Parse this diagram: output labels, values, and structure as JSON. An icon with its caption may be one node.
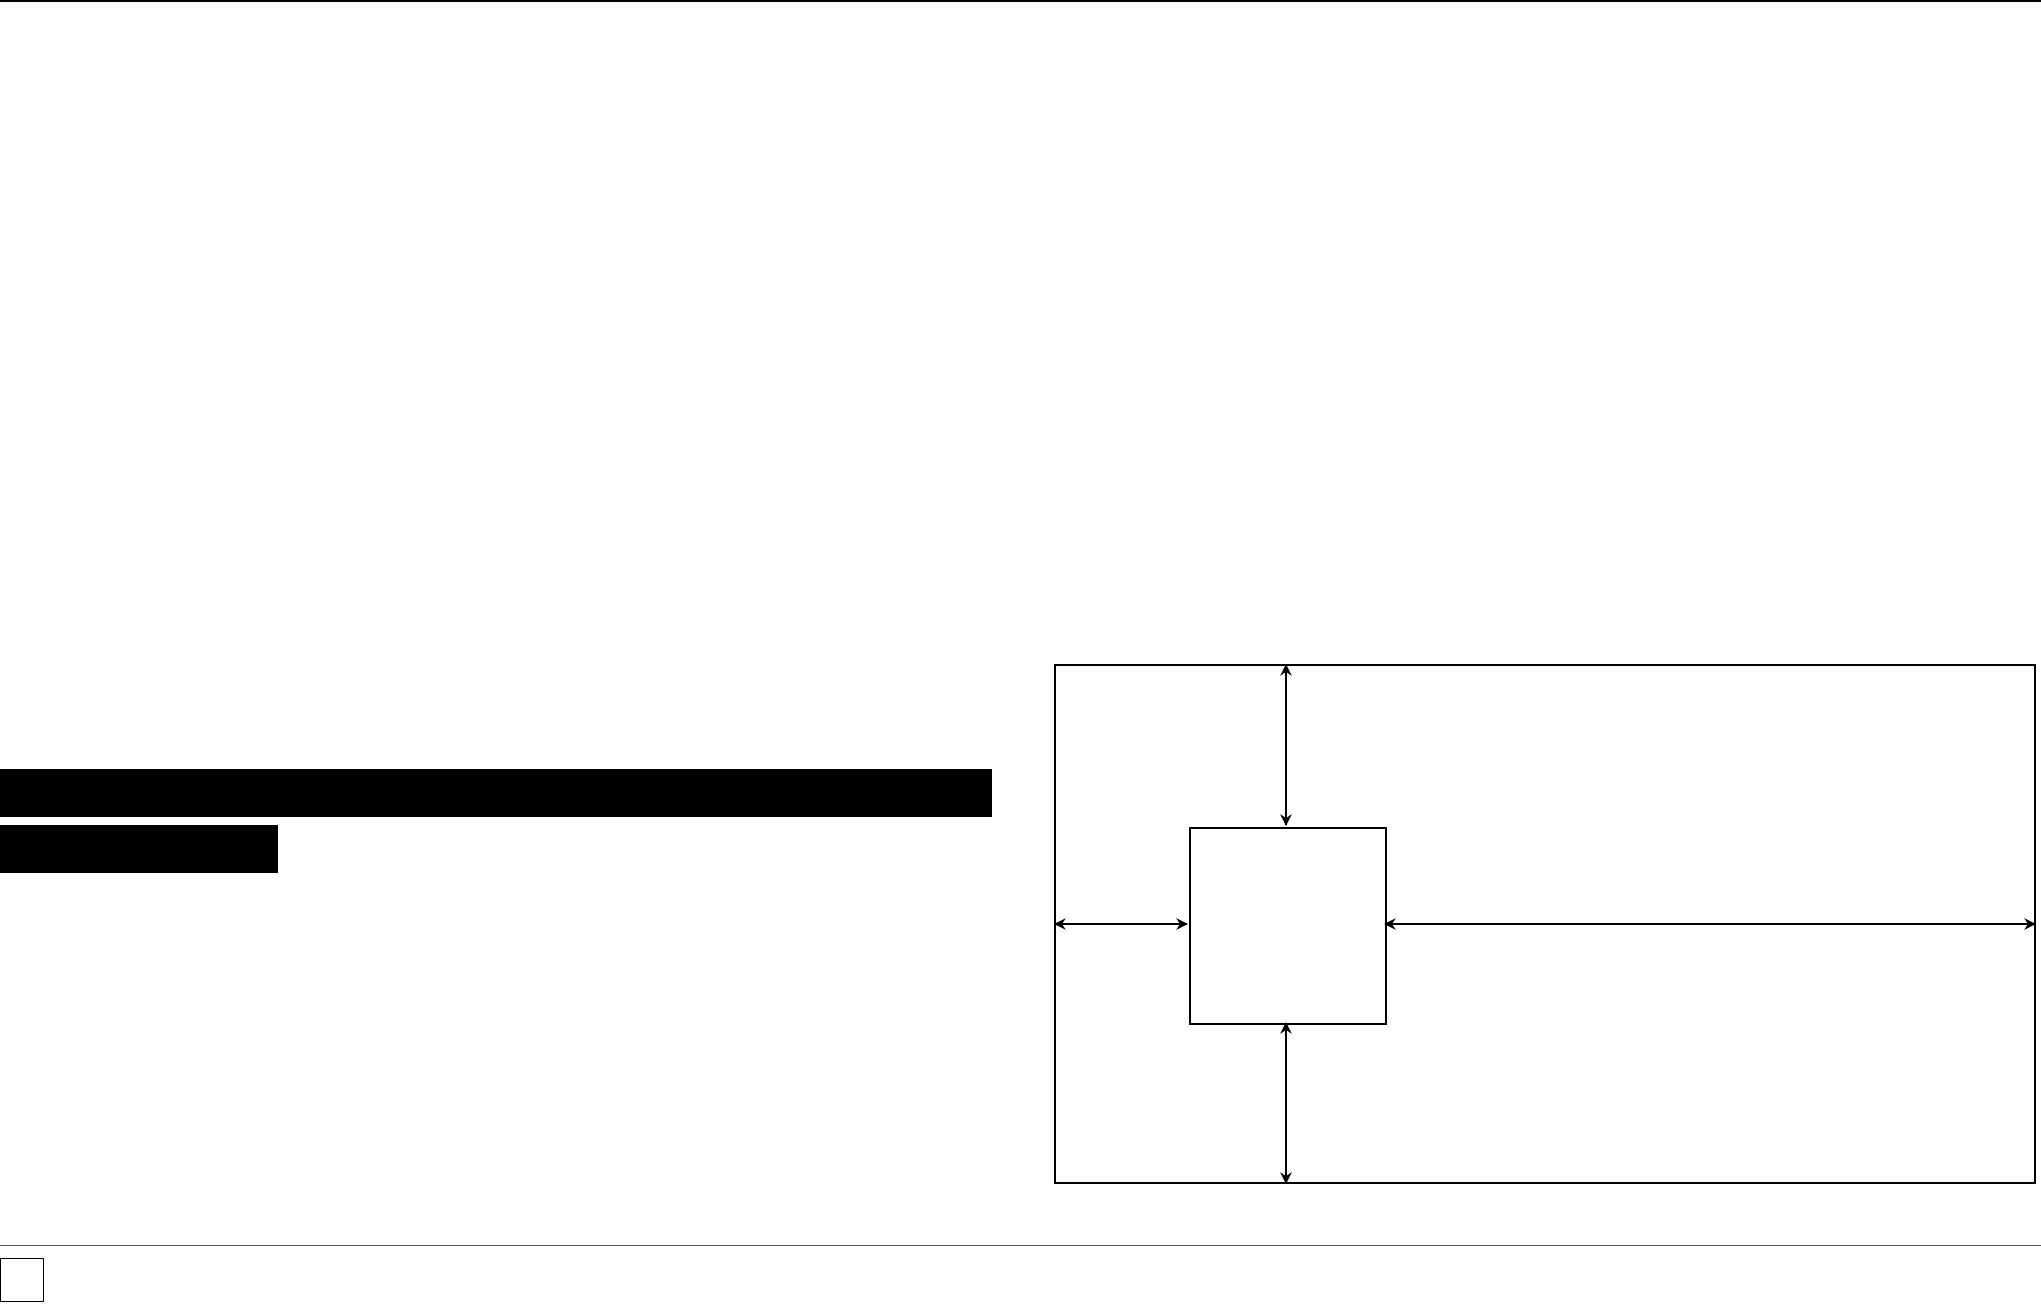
{
  "diagram": {
    "nodes": [
      {
        "text": [],
        "shape": "box"
      },
      {
        "text": [],
        "shape": "box",
        "in": 0
      }
    ],
    "edges": [
      {
        "from": 1,
        "to": 0,
        "arrow": "both"
      },
      {
        "from": 1,
        "to": 0,
        "arrow": "both"
      },
      {
        "from": 1,
        "to": 0,
        "arrow": "both"
      },
      {
        "from": 1,
        "to": 0,
        "arrow": "both"
      }
    ]
  }
}
